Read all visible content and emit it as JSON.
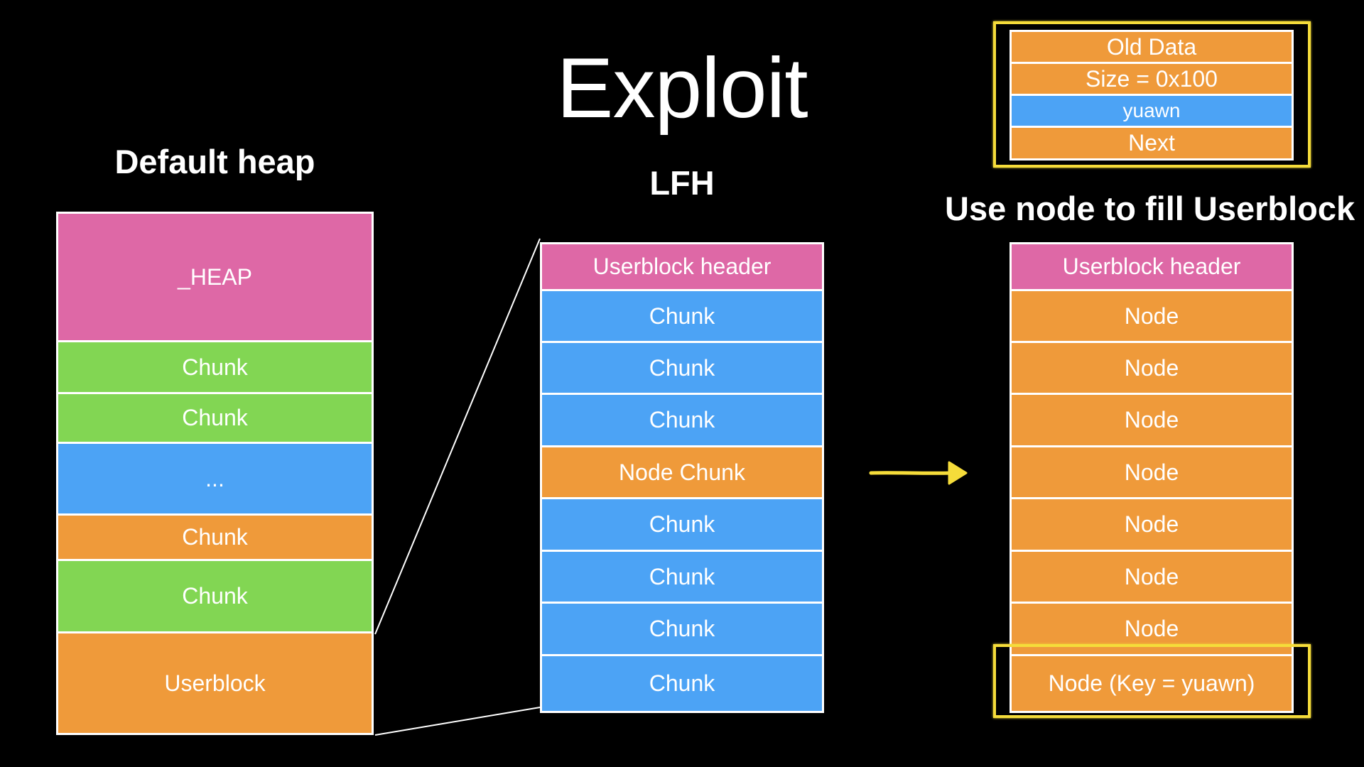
{
  "title": "Exploit",
  "default_heap": {
    "heading": "Default heap",
    "blocks": [
      {
        "label": "_HEAP",
        "color": "#de68a6"
      },
      {
        "label": "Chunk",
        "color": "#82d653"
      },
      {
        "label": "Chunk",
        "color": "#82d653"
      },
      {
        "label": "...",
        "color": "#4ca3f5"
      },
      {
        "label": "Chunk",
        "color": "#ef9a3a"
      },
      {
        "label": "Chunk",
        "color": "#82d653"
      },
      {
        "label": "Userblock",
        "color": "#ef9a3a"
      }
    ]
  },
  "lfh": {
    "heading": "LFH",
    "blocks": [
      {
        "label": "Userblock header",
        "color": "#de68a6"
      },
      {
        "label": "Chunk",
        "color": "#4ca3f5"
      },
      {
        "label": "Chunk",
        "color": "#4ca3f5"
      },
      {
        "label": "Chunk",
        "color": "#4ca3f5"
      },
      {
        "label": "Node Chunk",
        "color": "#ef9a3a"
      },
      {
        "label": "Chunk",
        "color": "#4ca3f5"
      },
      {
        "label": "Chunk",
        "color": "#4ca3f5"
      },
      {
        "label": "Chunk",
        "color": "#4ca3f5"
      },
      {
        "label": "Chunk",
        "color": "#4ca3f5"
      }
    ]
  },
  "userblock_fill": {
    "heading": "Use node to fill Userblock",
    "blocks": [
      {
        "label": "Userblock header",
        "color": "#de68a6"
      },
      {
        "label": "Node",
        "color": "#ef9a3a"
      },
      {
        "label": "Node",
        "color": "#ef9a3a"
      },
      {
        "label": "Node",
        "color": "#ef9a3a"
      },
      {
        "label": "Node",
        "color": "#ef9a3a"
      },
      {
        "label": "Node",
        "color": "#ef9a3a"
      },
      {
        "label": "Node",
        "color": "#ef9a3a"
      },
      {
        "label": "Node",
        "color": "#ef9a3a"
      },
      {
        "label": "Node (Key = yuawn)",
        "color": "#ef9a3a"
      }
    ]
  },
  "node_detail": {
    "fields": [
      {
        "label": "Old Data",
        "color": "#ef9a3a"
      },
      {
        "label": "Size = 0x100",
        "color": "#ef9a3a"
      },
      {
        "label": "yuawn",
        "color": "#4ca3f5"
      },
      {
        "label": "Next",
        "color": "#ef9a3a"
      }
    ]
  },
  "colors": {
    "highlight": "#f5dc3a",
    "pink": "#de68a6",
    "green": "#82d653",
    "blue": "#4ca3f5",
    "orange": "#ef9a3a"
  }
}
